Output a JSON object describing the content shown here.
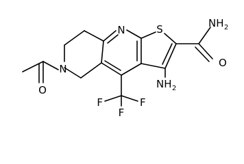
{
  "labels": {
    "n_ring": "N",
    "s_ring": "S",
    "n_acetyl": "N",
    "o_acetyl": "O",
    "o_amide": "O",
    "nh2_amide": "NH",
    "nh2_amide_sub": "2",
    "nh2_amino": "NH",
    "nh2_amino_sub": "2",
    "f_left": "F",
    "f_bottom": "F",
    "f_right": "F"
  },
  "colors": {
    "bond": "#000000",
    "background": "#ffffff"
  }
}
